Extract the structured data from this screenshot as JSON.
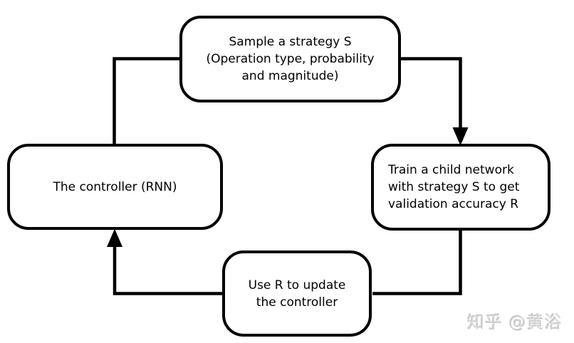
{
  "diagram": {
    "background": "#ffffff",
    "stroke_color": "#000000",
    "nodes": {
      "sample_strategy": {
        "text": "Sample a strategy S\n(Operation type, probability\nand magnitude)"
      },
      "train_child": {
        "text": "Train a child network\nwith strategy S to get\nvalidation accuracy R"
      },
      "update_controller": {
        "text": "Use R to update\nthe controller"
      },
      "controller": {
        "text": "The controller (RNN)"
      }
    },
    "edges": [
      {
        "from": "controller",
        "to": "sample_strategy",
        "arrowhead": false
      },
      {
        "from": "sample_strategy",
        "to": "train_child",
        "arrowhead": true
      },
      {
        "from": "train_child",
        "to": "update_controller",
        "arrowhead": false
      },
      {
        "from": "update_controller",
        "to": "controller",
        "arrowhead": true
      }
    ]
  },
  "watermark": {
    "text": "知乎 @黄浴",
    "color": "#d2d2d2"
  }
}
